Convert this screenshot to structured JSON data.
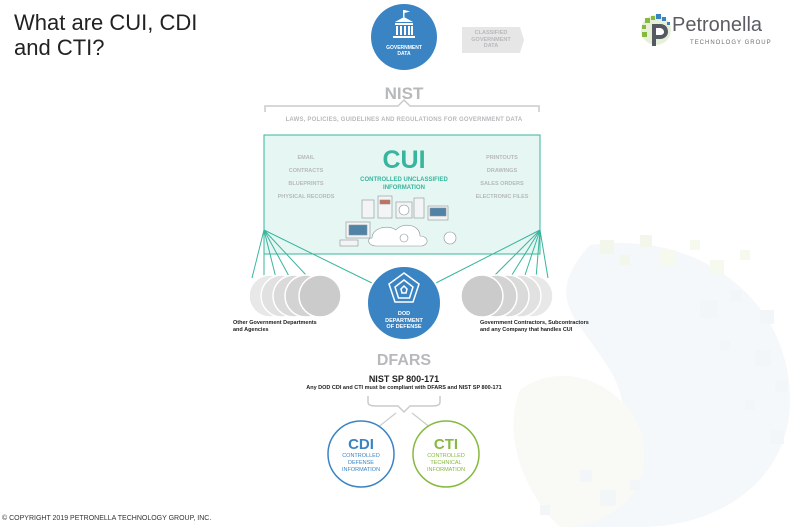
{
  "title_line1": "What are CUI, CDI",
  "title_line2": "and CTI?",
  "logo": {
    "name": "Petronella",
    "sub": "TECHNOLOGY GROUP"
  },
  "gov_data": {
    "line1": "GOVERNMENT",
    "line2": "DATA"
  },
  "classified": {
    "line1": "CLASSIFIED",
    "line2": "GOVERNMENT",
    "line3": "DATA"
  },
  "nist": {
    "title": "NIST",
    "subtitle": "LAWS, POLICIES, GUIDELINES AND REGULATIONS FOR GOVERNMENT DATA"
  },
  "cui": {
    "title": "CUI",
    "line1": "CONTROLLED UNCLASSIFIED",
    "line2": "INFORMATION",
    "left_items": [
      "EMAIL",
      "CONTRACTS",
      "BLUEPRINTS",
      "PHYSICAL RECORDS"
    ],
    "right_items": [
      "PRINTOUTS",
      "DRAWINGS",
      "SALES ORDERS",
      "ELECTRONIC FILES"
    ]
  },
  "dod": {
    "line1": "DOD",
    "line2": "DEPARTMENT",
    "line3": "OF DEFENSE"
  },
  "left_group": {
    "line1": "Other Government Departments",
    "line2": "and Agencies"
  },
  "right_group": {
    "line1": "Government Contractors, Subcontractors",
    "line2": "and any Company that handles CUI"
  },
  "dfars": "DFARS",
  "nist_sp": "NIST SP 800-171",
  "compliance": "Any DOD CDI and CTI must be compliant with DFARS and NIST SP 800-171",
  "cdi": {
    "title": "CDI",
    "line1": "CONTROLLED",
    "line2": "DEFENSE",
    "line3": "INFORMATION"
  },
  "cti": {
    "title": "CTI",
    "line1": "CONTROLLED",
    "line2": "TECHNICAL",
    "line3": "INFORMATION"
  },
  "copyright": "© COPYRIGHT 2019 PETRONELLA TECHNOLOGY GROUP, INC.",
  "colors": {
    "teal": "#38b59d",
    "blue": "#3a84c4",
    "green": "#86b93f",
    "gray": "#b7b9bb"
  }
}
